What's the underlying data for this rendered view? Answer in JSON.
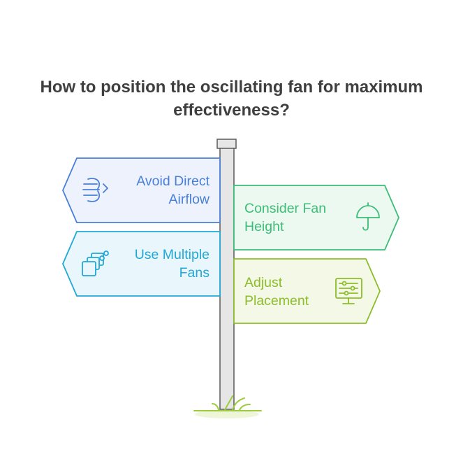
{
  "title": {
    "line1": "How to position the oscillating fan for maximum",
    "line2": "effectiveness?"
  },
  "signs": [
    {
      "id": "avoid-direct-airflow",
      "line1": "Avoid Direct",
      "line2": "Airflow",
      "icon": "airflow-icon",
      "color": "#4a7fd8",
      "fill": "#edf2fc",
      "side": "left"
    },
    {
      "id": "consider-fan-height",
      "line1": "Consider Fan",
      "line2": "Height",
      "icon": "umbrella-icon",
      "color": "#3dbd77",
      "fill": "#ecf9f1",
      "side": "right"
    },
    {
      "id": "use-multiple-fans",
      "line1": "Use Multiple",
      "line2": "Fans",
      "icon": "layers-icon",
      "color": "#22a7d6",
      "fill": "#e9f6fc",
      "side": "left"
    },
    {
      "id": "adjust-placement",
      "line1": "Adjust",
      "line2": "Placement",
      "icon": "control-panel-icon",
      "color": "#8dbd2a",
      "fill": "#f4f9e7",
      "side": "right"
    }
  ],
  "colors": {
    "pole": "#e6e6e6",
    "pole_stroke": "#5a5a5a",
    "grass": "#9ccc3c",
    "title": "#3f3f3f"
  }
}
